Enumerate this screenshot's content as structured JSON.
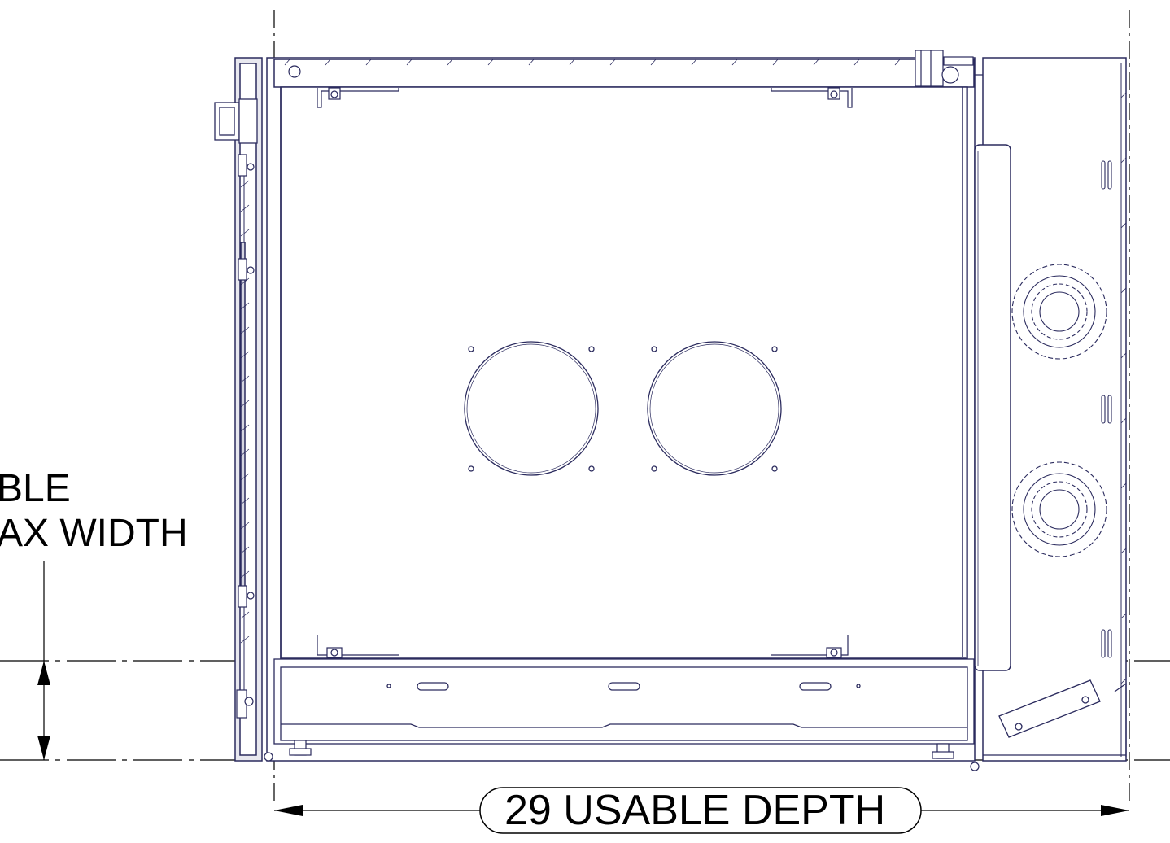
{
  "labels": {
    "width_line_1": "BLE",
    "width_line_2": "AX WIDTH",
    "depth": "29 USABLE DEPTH"
  },
  "colors": {
    "line": "#000000",
    "panel_edge": "#2b2b5e",
    "background": "#ffffff"
  }
}
